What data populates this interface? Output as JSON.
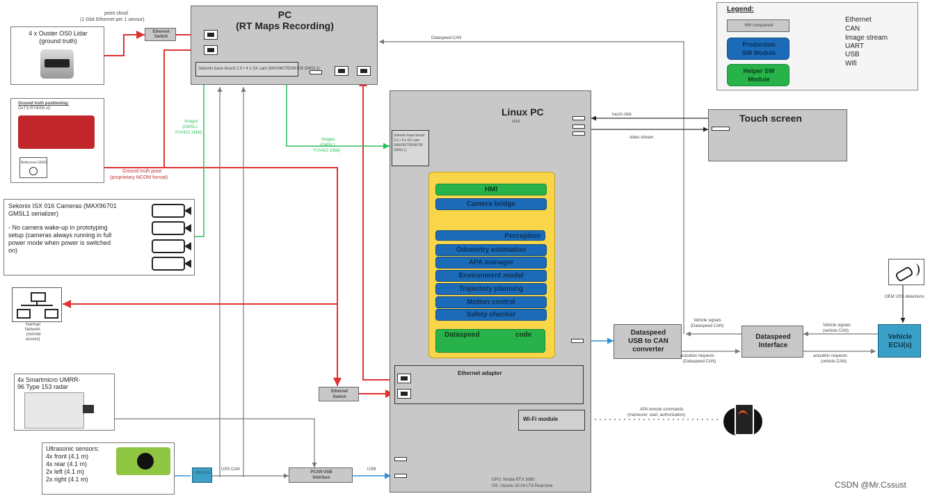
{
  "pc": {
    "title_line1": "PC",
    "title_line2": "(RT Maps Recording)",
    "board_label": "Sekonix base board 2.0 • 4 x SX cam (MAX96705/96706 GMSL1)"
  },
  "linux_pc": {
    "title": "Linux PC",
    "board_label": "Sekonix base board 2.0 • 4 x SX cam (MAX96705/96706 GMSL1)",
    "gpu": "GPU: Nvidia RTX 3080",
    "os": "OS: Ubuntu 20.04 LTS Real-time"
  },
  "modules": [
    "HMI",
    "Camera bridge",
    "Perception",
    "Odometry estimation",
    "APA manager",
    "Environment model",
    "Trajectory planning",
    "Motion control",
    "Safety checker",
    "Dataspeed",
    "code"
  ],
  "ethernet_adapter": "Ethernet adapter",
  "wifi_module": "Wi-Fi module",
  "touch_screen": "Touch screen",
  "lidar": {
    "title": "4 x Ouster OS0 Lidar",
    "subtitle": "(ground truth)"
  },
  "point_cloud": {
    "line1": "point cloud",
    "line2": "(1 Gbit Ethernet per 1 sensor)"
  },
  "gt_positioning": {
    "title": "Ground truth positioning:",
    "device": "OxTS RT4003 v2",
    "reference": "Reference GNSS"
  },
  "ground_truth_pose": {
    "line1": "Ground truth pose",
    "line2": "(proprietary NCOM format)"
  },
  "cameras": {
    "line1": "Sekonix ISX 016 Cameras (MAX96701",
    "line2": "GMSL1 serializer)",
    "line3": "- No camera wake-up in prototyping",
    "line4": "setup (cameras always running in full",
    "line5": "power mode when power is switched",
    "line6": "on)"
  },
  "images_label": {
    "line1": "Images",
    "line2": "(GMSL1",
    "line3": "YUV422 16bit)"
  },
  "harman": {
    "line1": "Harman",
    "line2": "Network",
    "line3": "(remote",
    "line4": "access)"
  },
  "radar": {
    "line1": "4x Smartmicro UMRR-",
    "line2": "96 Type 153 radar"
  },
  "ultrasonic": {
    "title": "Ultrasonic sensors:",
    "items": [
      "4x front (4.1 m)",
      "4x rear (4.1 m)",
      "2x left (4.1 m)",
      "2x right (4.1 m)"
    ]
  },
  "uss_ecu": "USS ECU",
  "uss_can": "USS CAN",
  "pcan": {
    "line1": "PCAN USB",
    "line2": "Interface"
  },
  "usb": "USB",
  "ethernet_switch": {
    "line1": "Ethernet",
    "line2": "Switch"
  },
  "dataspeed_can": "Dataspeed CAN",
  "touch_click": "touch click",
  "click": "click",
  "video_stream": "video stream",
  "dataspeed_converter": {
    "line1": "Dataspeed",
    "line2": "USB to CAN",
    "line3": "converter"
  },
  "dataspeed_interface": {
    "line1": "Dataspeed",
    "line2": "Interface"
  },
  "vehicle_ecu": {
    "line1": "Vehicle",
    "line2": "ECU(s)"
  },
  "vehicle_signals_ds": {
    "line1": "Vehicle signals",
    "line2": "(Dataspeed CAN)"
  },
  "vehicle_signals_v": {
    "line1": "Vehicle signals",
    "line2": "(vehicle CAN)"
  },
  "actuation_ds": {
    "line1": "actuation requests",
    "line2": "(Dataspeed CAN)"
  },
  "actuation_v": {
    "line1": "actuation requests",
    "line2": "(vehicle CAN)"
  },
  "oem_uss": "OEM USS detections",
  "apa_remote": {
    "line1": "APA remote commands",
    "line2": "(maneuver, start, authorization)"
  },
  "legend": {
    "title": "Legend:",
    "hw": "HW component",
    "prod_line1": "Production",
    "prod_line2": "SW Module",
    "help_line1": "Helper SW",
    "help_line2": "Module",
    "ethernet": "Ethernet",
    "can": "CAN",
    "image_stream": "Image stream",
    "uart": "UART",
    "usb": "USB",
    "wifi": "Wifi",
    "colors": {
      "ethernet": "#e03030",
      "can": "#777777",
      "image_stream": "#2bbf5a",
      "uart": "#f2b21b",
      "usb": "#2f8fd8"
    }
  },
  "watermark": "CSDN @Mr.Cssust"
}
